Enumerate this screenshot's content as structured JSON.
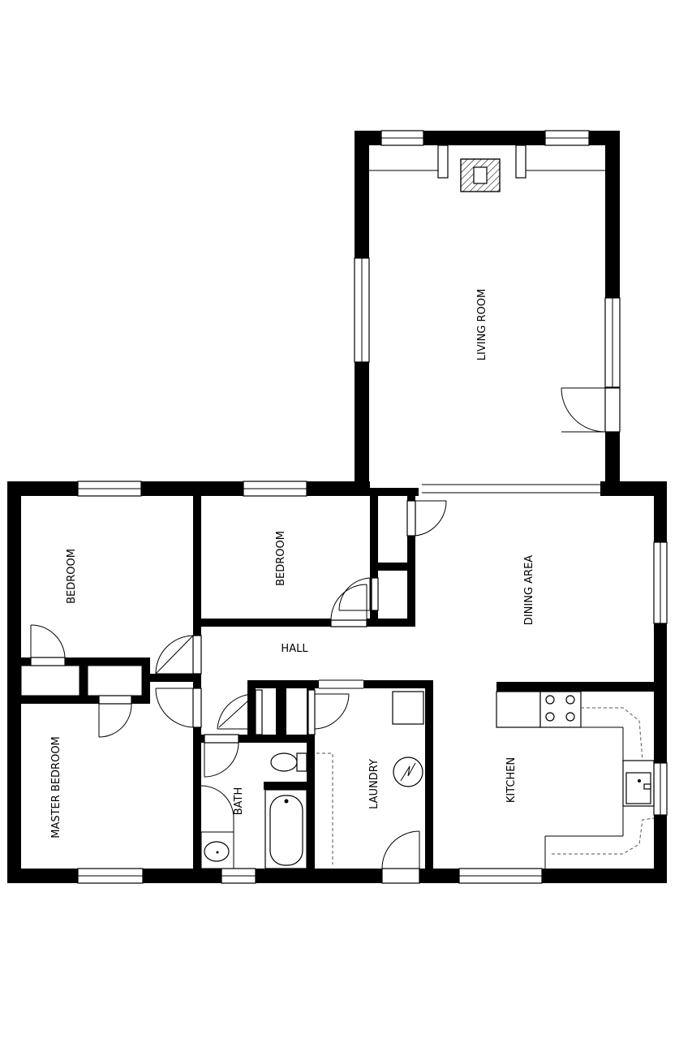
{
  "plan": {
    "rooms": {
      "living_room": "LIVING ROOM",
      "bedroom_1": "BEDROOM",
      "bedroom_2": "BEDROOM",
      "dining_area": "DINING AREA",
      "hall": "HALL",
      "master_bedroom": "MASTER BEDROOM",
      "bath": "BATH",
      "laundry": "LAUNDRY",
      "kitchen": "KITCHEN"
    },
    "colors": {
      "wall": "#000000",
      "background": "#ffffff"
    }
  }
}
